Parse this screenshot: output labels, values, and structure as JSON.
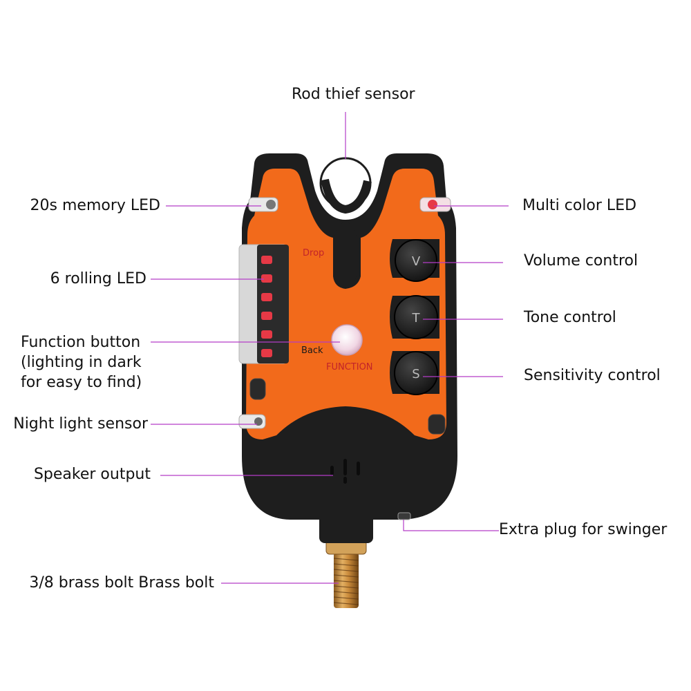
{
  "diagram": {
    "colors": {
      "leader_line": "#b43cc8",
      "body_orange": "#f26a1b",
      "body_black": "#1e1e1e",
      "led_red": "#e63946",
      "brass": "#c98a3a"
    },
    "device_text": {
      "drop": "Drop",
      "back": "Back",
      "function": "FUNCTION"
    },
    "labels": {
      "rod_thief_sensor": "Rod thief sensor",
      "memory_led": "20s memory LED",
      "multi_color_led": "Multi color LED",
      "volume_control": "Volume control",
      "rolling_led": "6 rolling LED",
      "tone_control": "Tone control",
      "function_button": [
        "Function button",
        "(lighting in dark",
        "for easy to find)"
      ],
      "sensitivity_control": "Sensitivity control",
      "night_light_sensor": "Night light sensor",
      "speaker_output": "Speaker output",
      "extra_plug": "Extra plug for swinger",
      "brass_bolt": "3/8 brass bolt Brass bolt"
    }
  }
}
